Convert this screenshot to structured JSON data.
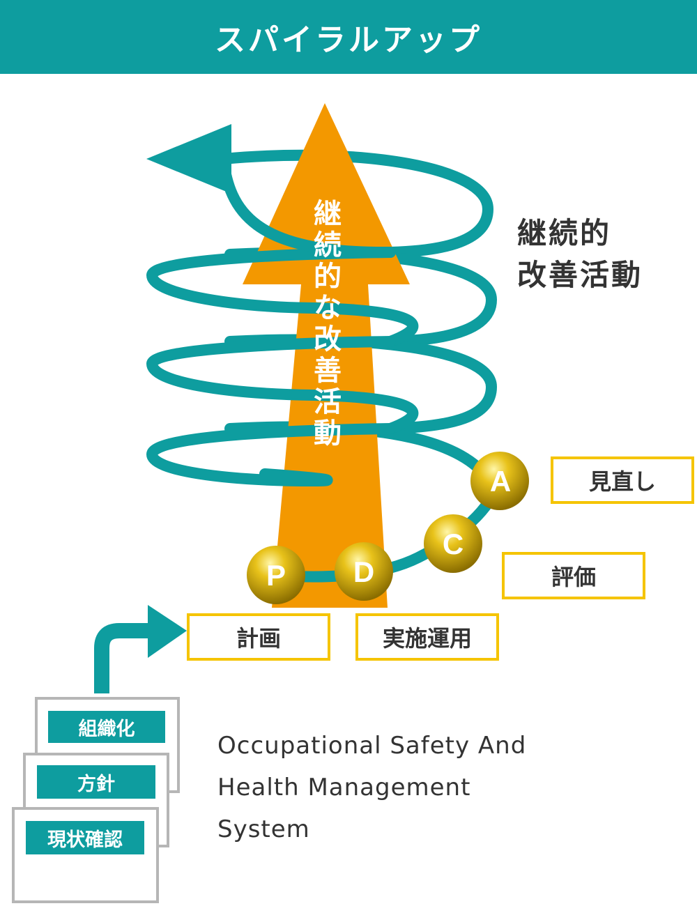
{
  "header": {
    "title": "スパイラルアップ"
  },
  "arrow_text": [
    "継",
    "続",
    "的",
    "な",
    "改",
    "善",
    "活",
    "動"
  ],
  "side_label": {
    "line1": "継続的",
    "line2": "改善活動"
  },
  "pdca": {
    "p": "P",
    "d": "D",
    "c": "C",
    "a": "A"
  },
  "labels": {
    "plan": "計画",
    "do": "実施運用",
    "check": "評価",
    "act": "見直し"
  },
  "cards": {
    "back": "組織化",
    "middle": "方針",
    "front": "現状確認"
  },
  "description": {
    "line1": "Occupational Safety And",
    "line2": "Health Management",
    "line3": "System"
  },
  "colors": {
    "teal": "#0e9d9f",
    "orange": "#f39800",
    "gold": "#d9b100",
    "yellow_border": "#f5c400",
    "card_border": "#b6b6b6",
    "text": "#333333"
  }
}
